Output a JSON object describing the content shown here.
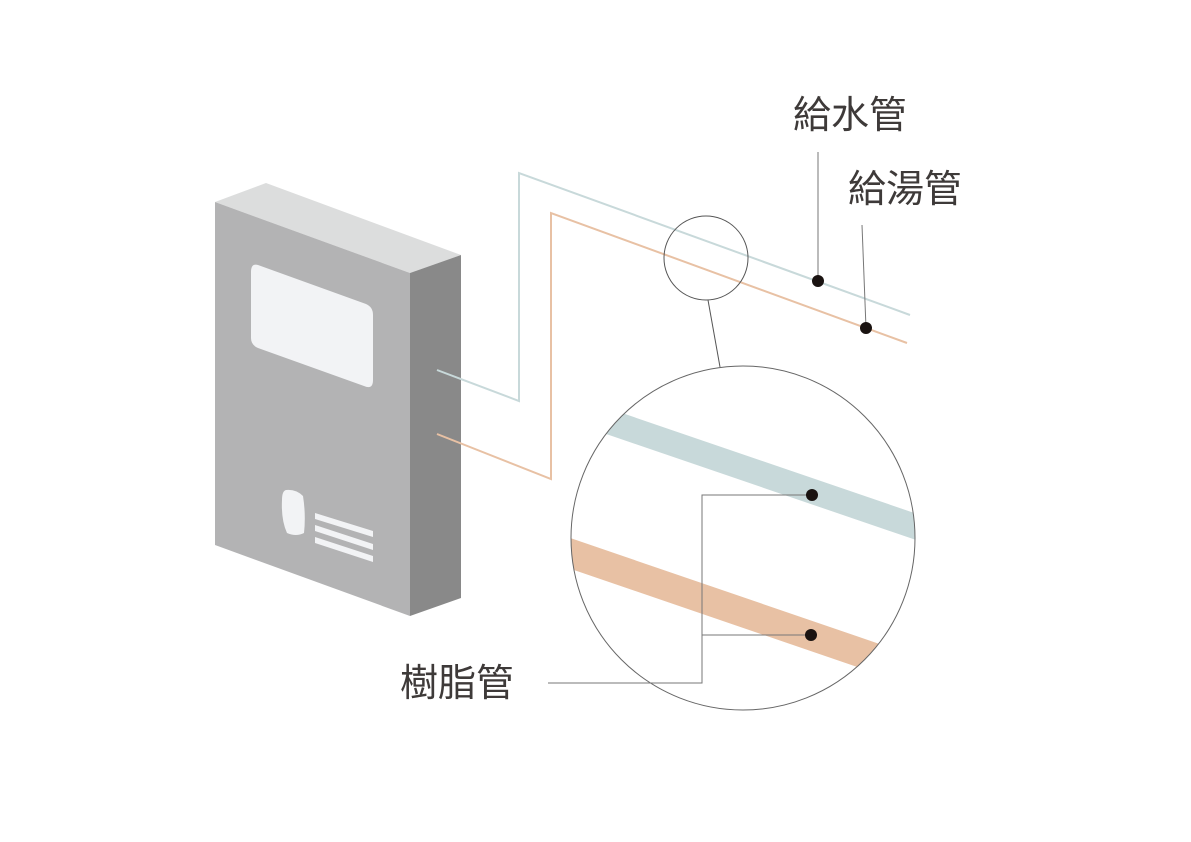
{
  "labels": {
    "cold_water_pipe": "給水管",
    "hot_water_pipe": "給湯管",
    "resin_pipe": "樹脂管"
  },
  "colors": {
    "cold_pipe": "#c8d9da",
    "hot_pipe": "#e8c1a4",
    "box_top": "#dcdddd",
    "box_front": "#b3b3b4",
    "box_side": "#898989",
    "panel": "#f2f3f5",
    "text": "#3e3a39",
    "dot": "#1a1311"
  }
}
